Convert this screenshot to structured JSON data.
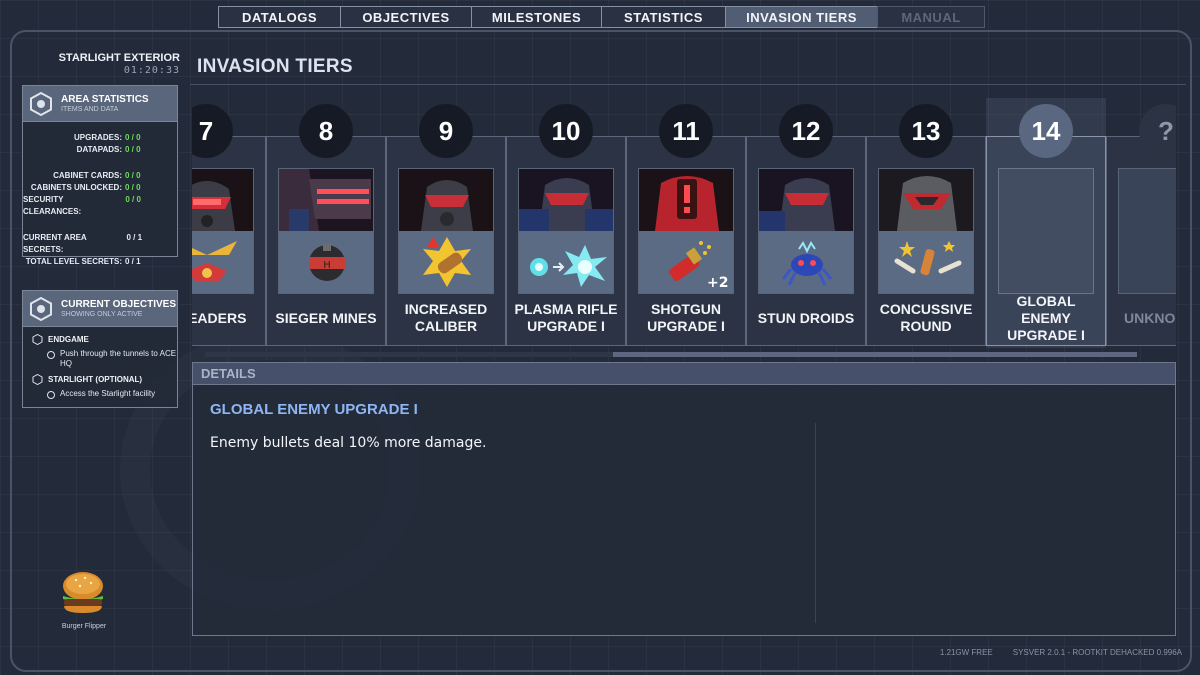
{
  "tabs": [
    {
      "label": "DATALOGS",
      "state": "normal"
    },
    {
      "label": "OBJECTIVES",
      "state": "normal"
    },
    {
      "label": "MILESTONES",
      "state": "normal"
    },
    {
      "label": "STATISTICS",
      "state": "normal"
    },
    {
      "label": "INVASION TIERS",
      "state": "active"
    },
    {
      "label": "MANUAL",
      "state": "disabled"
    }
  ],
  "location": {
    "name": "STARLIGHT EXTERIOR",
    "time": "01:20:33"
  },
  "area_stats": {
    "title": "AREA STATISTICS",
    "subtitle": "ITEMS AND DATA",
    "upgrades_label": "UPGRADES:",
    "upgrades_value": "0 / 0",
    "datapads_label": "DATAPADS:",
    "datapads_value": "0 / 0",
    "cabinet_cards_label": "CABINET CARDS:",
    "cabinet_cards_value": "0 / 0",
    "cabinets_unlocked_label": "CABINETS UNLOCKED:",
    "cabinets_unlocked_value": "0 / 0",
    "security_label": "SECURITY CLEARANCES:",
    "security_value": "0 / 0",
    "area_secrets_label": "CURRENT AREA SECRETS:",
    "area_secrets_value": "0 / 1",
    "level_secrets_label": "TOTAL LEVEL SECRETS:",
    "level_secrets_value": "0 / 1"
  },
  "objectives": {
    "title": "CURRENT OBJECTIVES",
    "subtitle": "SHOWING ONLY ACTIVE",
    "items": [
      {
        "title": "ENDGAME",
        "sub": "Push through the tunnels to ACE HQ"
      },
      {
        "title": "STARLIGHT (OPTIONAL)",
        "sub": "Access the Starlight facility"
      }
    ]
  },
  "player": {
    "label": "Burger Flipper"
  },
  "main": {
    "title": "INVASION TIERS"
  },
  "tiers": [
    {
      "num": "7",
      "label": "D LEADERS"
    },
    {
      "num": "8",
      "label": "SIEGER MINES"
    },
    {
      "num": "9",
      "label": "INCREASED CALIBER"
    },
    {
      "num": "10",
      "label": "PLASMA RIFLE UPGRADE I"
    },
    {
      "num": "11",
      "label": "SHOTGUN UPGRADE I"
    },
    {
      "num": "12",
      "label": "STUN DROIDS"
    },
    {
      "num": "13",
      "label": "CONCUSSIVE ROUND"
    },
    {
      "num": "14",
      "label": "GLOBAL ENEMY UPGRADE I"
    },
    {
      "num": "?",
      "label": "UNKNO"
    }
  ],
  "details": {
    "header": "DETAILS",
    "title": "GLOBAL ENEMY UPGRADE I",
    "description": "Enemy bullets deal 10% more damage."
  },
  "footer": {
    "left": "1.21GW FREE",
    "right": "SYSVER 2.0.1 - ROOTKIT DEHACKED  0.996A"
  },
  "colors": {
    "accent_green": "#6fdc5a",
    "details_title": "#8fb6f2",
    "active_tab": "#515d73"
  }
}
